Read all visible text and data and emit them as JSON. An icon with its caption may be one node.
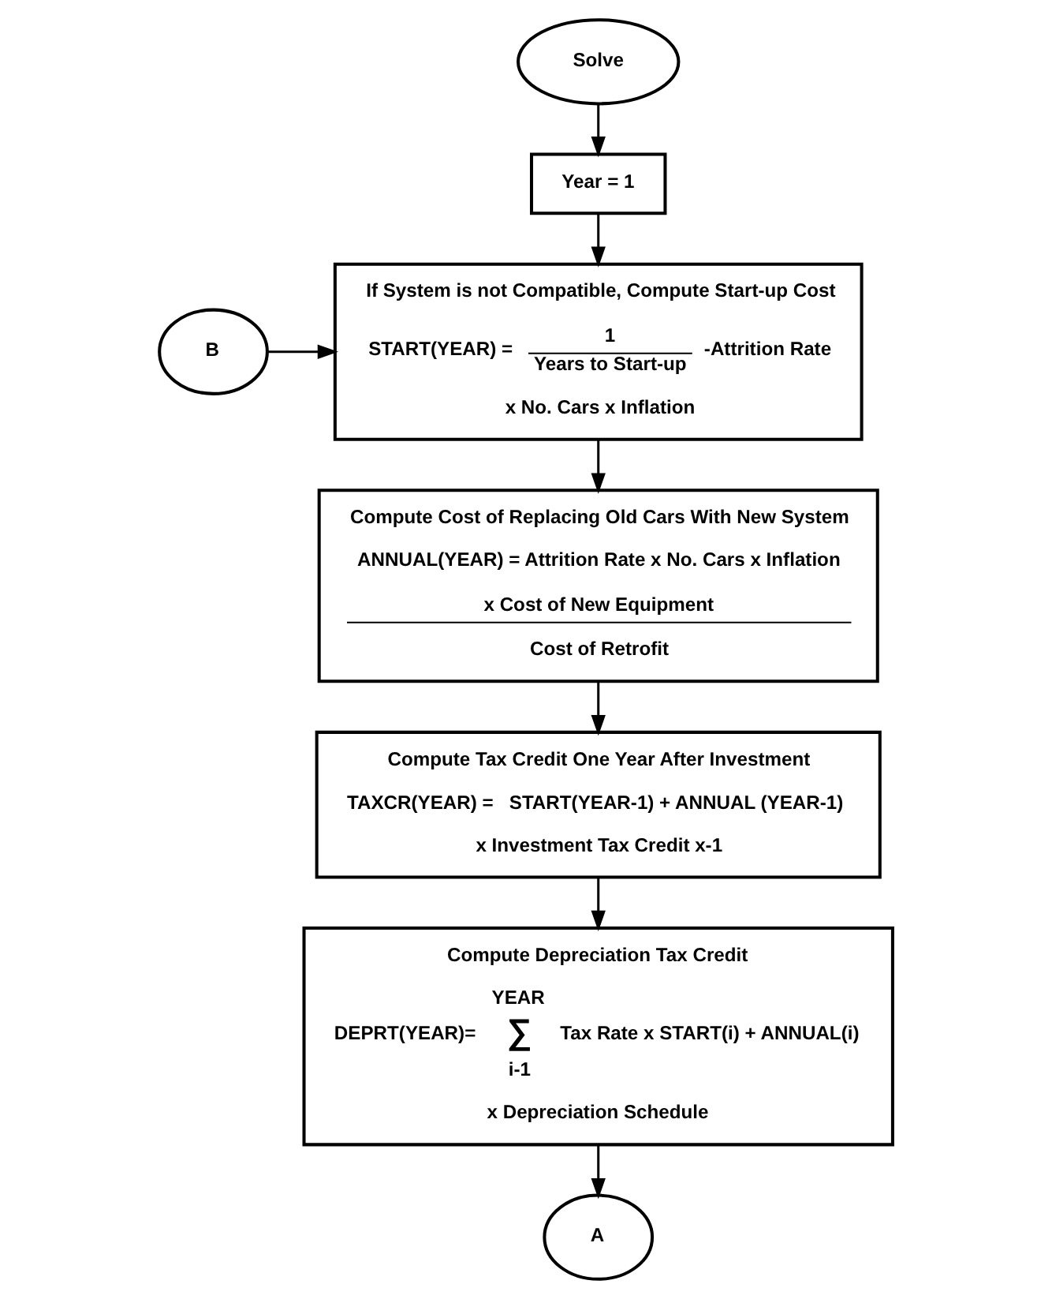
{
  "diagram": {
    "nodes": [
      {
        "text": [
          "Solve"
        ]
      },
      {
        "text": [
          "Year = 1"
        ]
      },
      {
        "text": [
          "If System is not Compatible, Compute Start-up Cost",
          "START(YEAR) =",
          "1",
          "Years to Start-up",
          "-Attrition Rate",
          "x No. Cars x Inflation"
        ]
      },
      {
        "text": [
          "B"
        ]
      },
      {
        "text": [
          "Compute Cost of Replacing Old Cars With New System",
          "ANNUAL(YEAR) = Attrition Rate x No. Cars x Inflation",
          "x Cost of New Equipment",
          "Cost of Retrofit"
        ]
      },
      {
        "text": [
          "Compute Tax Credit One Year After Investment",
          "TAXCR(YEAR) =",
          "START(YEAR-1) + ANNUAL (YEAR-1)",
          "x Investment Tax Credit x-1"
        ]
      },
      {
        "text": [
          "Compute Depreciation Tax Credit",
          "DEPRT(YEAR)=",
          "YEAR",
          "∑",
          "i-1",
          "Tax Rate x START(i) + ANNUAL(i)",
          "x Depreciation Schedule"
        ]
      },
      {
        "text": [
          "A"
        ]
      }
    ],
    "edges": [
      {
        "from": 0,
        "to": 1,
        "arrow": "to"
      },
      {
        "from": 1,
        "to": 2,
        "arrow": "to"
      },
      {
        "from": 3,
        "to": 2,
        "arrow": "to"
      },
      {
        "from": 2,
        "to": 4,
        "arrow": "to"
      },
      {
        "from": 4,
        "to": 5,
        "arrow": "to"
      },
      {
        "from": 5,
        "to": 6,
        "arrow": "to"
      },
      {
        "from": 6,
        "to": 7,
        "arrow": "to"
      }
    ]
  }
}
